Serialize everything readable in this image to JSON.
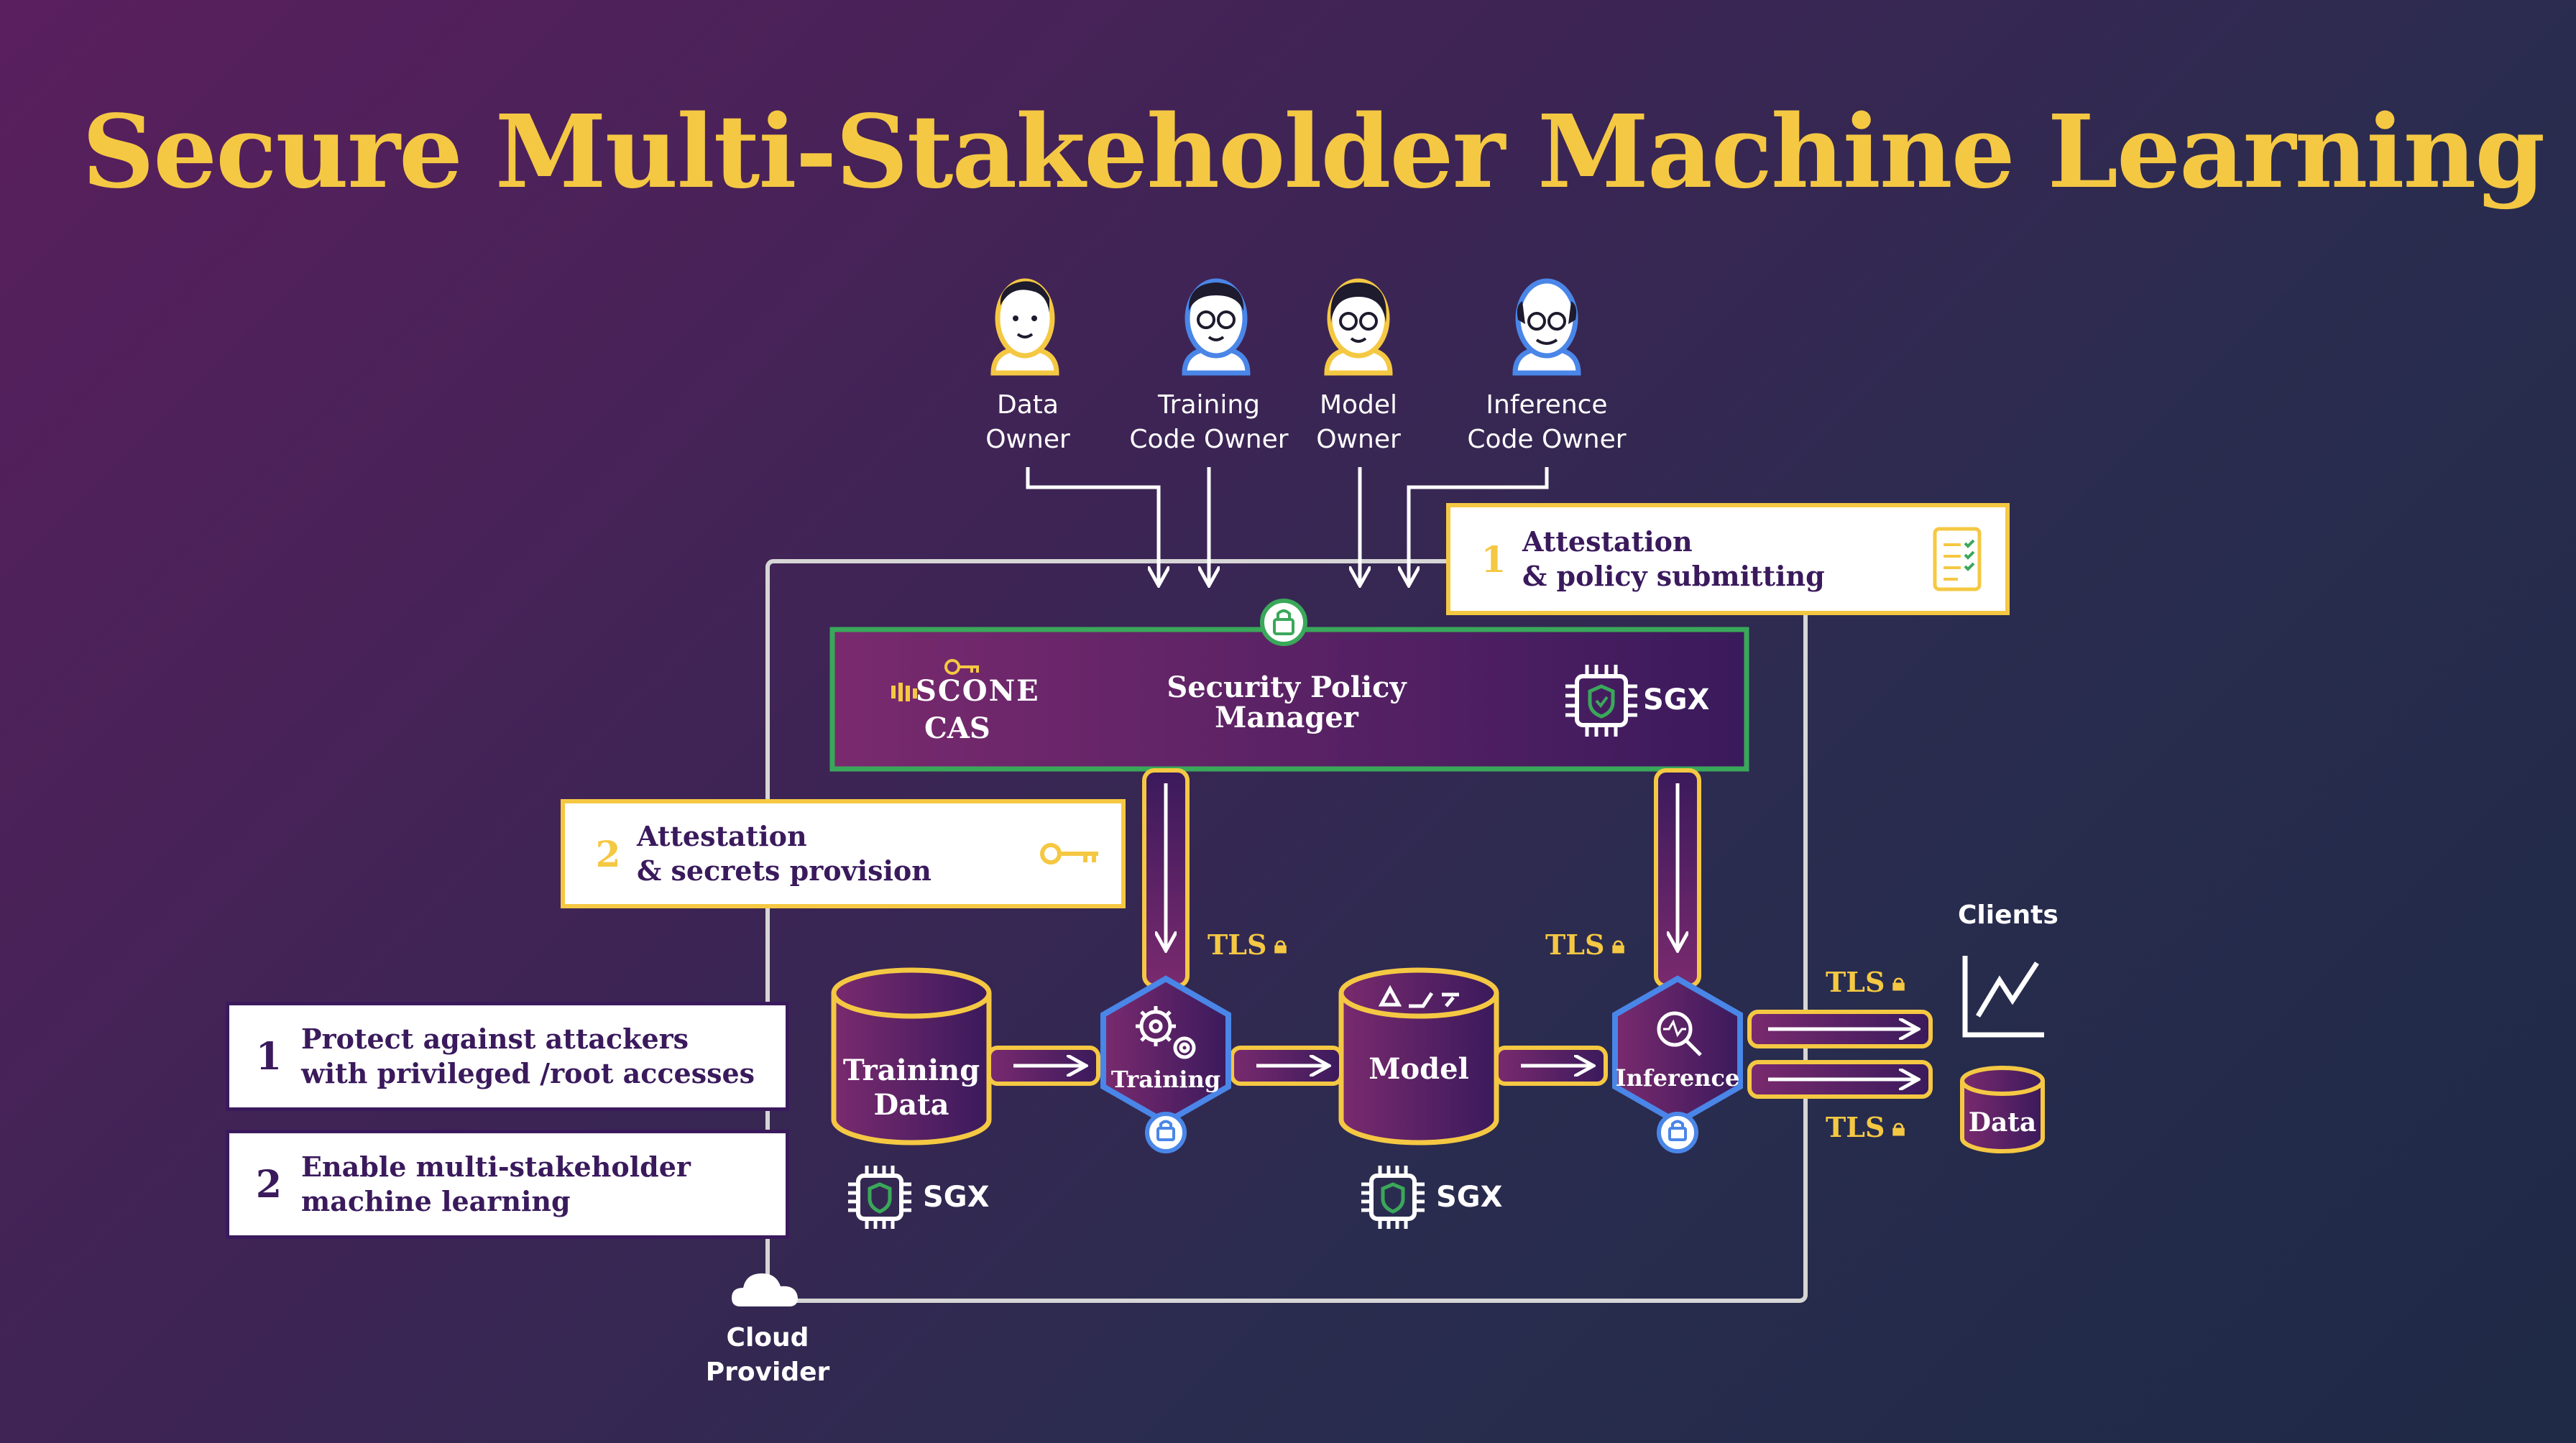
{
  "title": "Secure Multi-Stakeholder Machine Learning",
  "stakeholders": [
    {
      "line1": "Data",
      "line2": "Owner",
      "icon": "person-icon"
    },
    {
      "line1": "Training",
      "line2": "Code Owner",
      "icon": "person-glasses-icon"
    },
    {
      "line1": "Model",
      "line2": "Owner",
      "icon": "person-glasses-icon"
    },
    {
      "line1": "Inference",
      "line2": "Code Owner",
      "icon": "person-bald-icon"
    }
  ],
  "callouts": [
    {
      "num": "1",
      "line1": "Attestation",
      "line2": "& policy submitting",
      "icon": "checklist-icon"
    },
    {
      "num": "2",
      "line1": "Attestation",
      "line2": "& secrets provision",
      "icon": "key-icon"
    }
  ],
  "policy_manager": {
    "brand": "SCONE",
    "brand_sub": "CAS",
    "line1": "Security Policy",
    "line2": "Manager",
    "sgx": "SGX"
  },
  "pipeline": {
    "training_data": {
      "line1": "Training",
      "line2": "Data"
    },
    "training": "Training",
    "model": "Model",
    "inference": "Inference",
    "sgx_left": "SGX",
    "sgx_right": "SGX"
  },
  "tls": "TLS",
  "clients": {
    "label": "Clients",
    "data": "Data"
  },
  "cloud": {
    "line1": "Cloud",
    "line2": "Provider"
  },
  "goals": [
    {
      "num": "1",
      "line1": "Protect against attackers",
      "line2": "with privileged /root accesses"
    },
    {
      "num": "2",
      "line1": "Enable multi-stakeholder",
      "line2": "machine learning"
    }
  ],
  "colors": {
    "accent": "#f5c843",
    "green": "#3aa85a",
    "blue": "#4a86e8",
    "purple": "#3a1a5c"
  }
}
